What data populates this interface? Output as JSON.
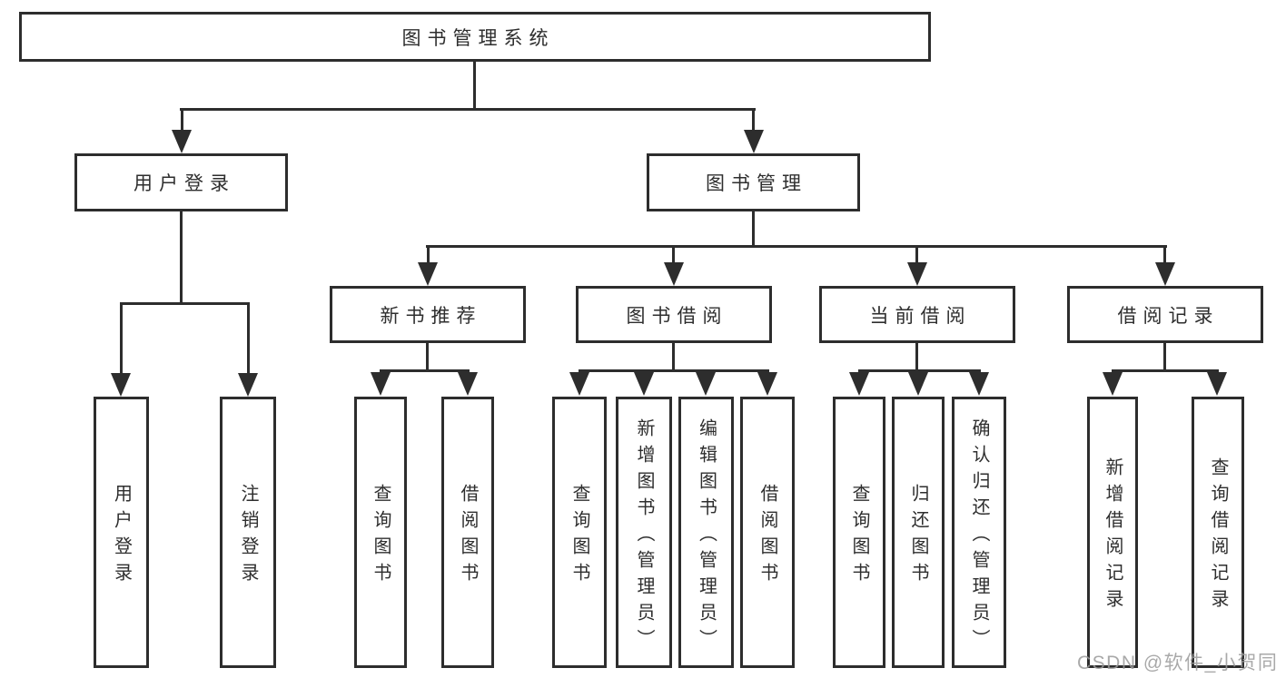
{
  "diagram": {
    "root": {
      "label": "图书管理系统"
    },
    "level2": [
      {
        "label": "用户登录"
      },
      {
        "label": "图书管理"
      }
    ],
    "login_children": [
      {
        "label": "用户登录"
      },
      {
        "label": "注销登录"
      }
    ],
    "modules": [
      {
        "label": "新书推荐",
        "children": [
          {
            "label": "查询图书"
          },
          {
            "label": "借阅图书"
          }
        ]
      },
      {
        "label": "图书借阅",
        "children": [
          {
            "label": "查询图书"
          },
          {
            "label": "新增图书（管理员）"
          },
          {
            "label": "编辑图书（管理员）"
          },
          {
            "label": "借阅图书"
          }
        ]
      },
      {
        "label": "当前借阅",
        "children": [
          {
            "label": "查询图书"
          },
          {
            "label": "归还图书"
          },
          {
            "label": "确认归还（管理员）"
          }
        ]
      },
      {
        "label": "借阅记录",
        "children": [
          {
            "label": "新增借阅记录"
          },
          {
            "label": "查询借阅记录"
          }
        ]
      }
    ]
  },
  "watermark": {
    "text": "CSDN @软件_小贺同学"
  },
  "colors": {
    "line": "#2d2d2d",
    "text": "#2e2e2e",
    "background": "#ffffff",
    "watermark": "#9b9b9b"
  }
}
